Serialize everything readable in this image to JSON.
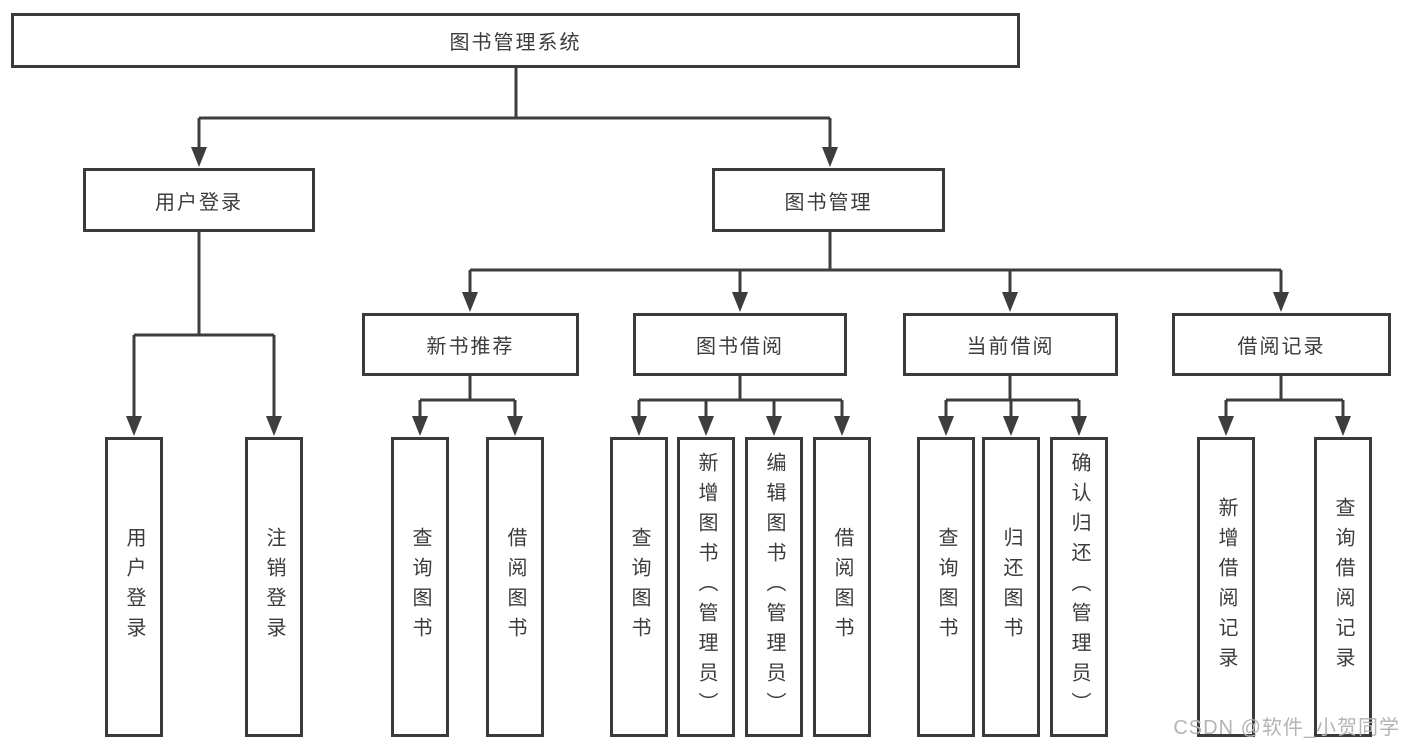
{
  "title": {
    "label": "图书管理系统"
  },
  "level2": [
    {
      "label": "用户登录"
    },
    {
      "label": "图书管理"
    }
  ],
  "level3": [
    {
      "label": "新书推荐"
    },
    {
      "label": "图书借阅"
    },
    {
      "label": "当前借阅"
    },
    {
      "label": "借阅记录"
    }
  ],
  "leaves": [
    {
      "label": "用户登录"
    },
    {
      "label": "注销登录"
    },
    {
      "label": "查询图书"
    },
    {
      "label": "借阅图书"
    },
    {
      "label": "查询图书"
    },
    {
      "label": "新增图书（管理员）"
    },
    {
      "label": "编辑图书（管理员）"
    },
    {
      "label": "借阅图书"
    },
    {
      "label": "查询图书"
    },
    {
      "label": "归还图书"
    },
    {
      "label": "确认归还（管理员）"
    },
    {
      "label": "新增借阅记录"
    },
    {
      "label": "查询借阅记录"
    }
  ],
  "watermark": {
    "text": "CSDN @软件_小贺同学"
  },
  "colors": {
    "line": "#3d3d3d",
    "border": "#3a3a3a",
    "text": "#3c3c3c",
    "background": "#ffffff",
    "watermark": "#b4b4b4"
  }
}
